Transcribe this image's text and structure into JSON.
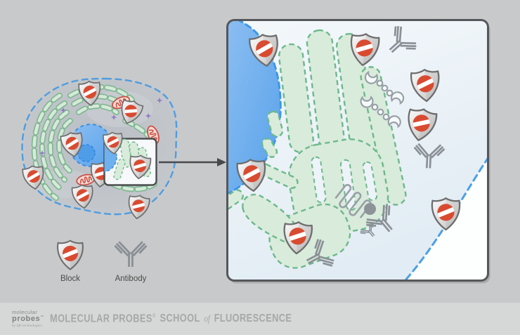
{
  "legend": {
    "block_label": "Block",
    "antibody_label": "Antibody"
  },
  "footer": {
    "logo_line1": "molecular",
    "logo_line2": "probes",
    "logo_tm": "™",
    "logo_tagline": "by life technologies",
    "title_brand": "MOLECULAR PROBES",
    "title_reg": "®",
    "title_school": "SCHOOL",
    "title_of": "of",
    "title_subject": "FLUORESCENCE"
  },
  "colors": {
    "page_background": "#c8c9ca",
    "footer_bar": "#d6d7d7",
    "footer_text": "#a7a7a7",
    "block_symbol_red": "#d84b31",
    "shield_fill": "#e9e9e9",
    "shield_border": "#6e6e6e",
    "membrane_blue": "#4a9de2",
    "nucleus_blue": "#6fb0ee",
    "er_green_fill": "#d9ebdb",
    "er_green_stroke": "#6cb98b",
    "antibody_gray": "#8a9096",
    "mitochondria_red": "#cb5044",
    "antigen_purple": "#9478c6",
    "panel_background": "#eef4f8",
    "arrow_gray": "#48494b"
  }
}
